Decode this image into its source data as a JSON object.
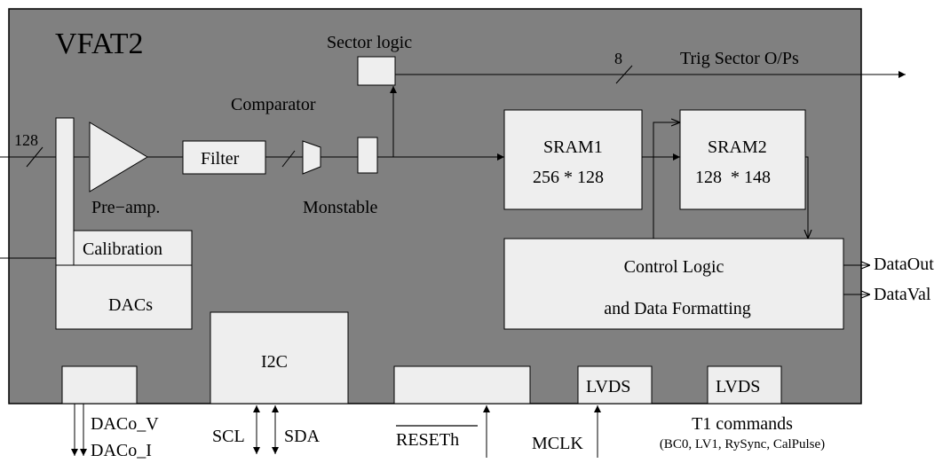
{
  "chip": {
    "title": "VFAT2"
  },
  "blocks": {
    "sector_logic": "Sector logic",
    "comparator": "Comparator",
    "filter": "Filter",
    "preamp": "Pre−amp.",
    "monostable": "Monstable",
    "sram1_name": "SRAM1",
    "sram1_size": "256 * 128",
    "sram2_name": "SRAM2",
    "sram2_size": "128  * 148",
    "calibration": "Calibration",
    "dacs": "DACs",
    "control_line1": "Control Logic",
    "control_line2": "and Data Formatting",
    "i2c": "I2C",
    "lvds_1": "LVDS",
    "lvds_2": "LVDS"
  },
  "signals": {
    "input_width": "128",
    "trig_width": "8",
    "trig_out": "Trig Sector O/Ps",
    "data_out": "DataOut",
    "data_val": "DataVal",
    "daco_v": "DACo_V",
    "daco_i": "DACo_I",
    "scl": "SCL",
    "sda": "SDA",
    "reset": "RESETh",
    "mclk": "MCLK",
    "t1_title": "T1 commands",
    "t1_detail": "(BC0, LV1, RySync, CalPulse)"
  },
  "colors": {
    "chip_fill": "#808080",
    "block_fill": "#eeeeee",
    "line": "#000000"
  }
}
